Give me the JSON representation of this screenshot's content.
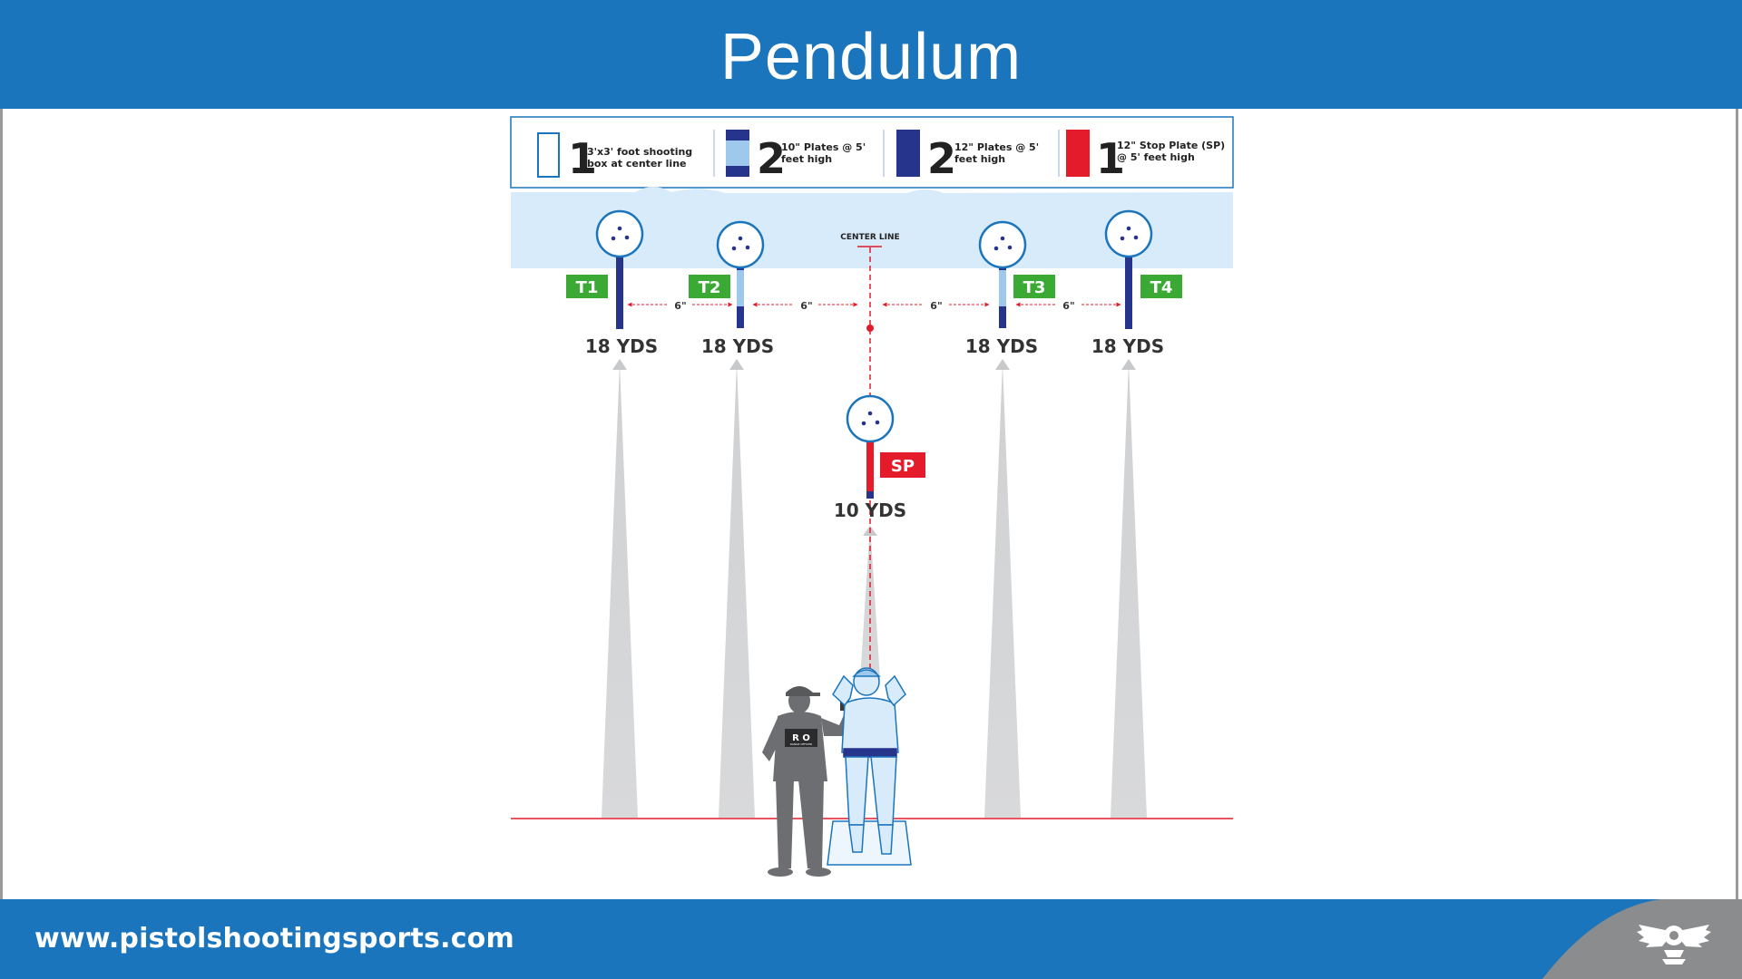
{
  "header": {
    "title": "Pendulum"
  },
  "legend": [
    {
      "count": "1",
      "line1": "3'x3' foot shooting",
      "line2": "box at center line"
    },
    {
      "count": "2",
      "line1": "10\" Plates @ 5'",
      "line2": "feet high"
    },
    {
      "count": "2",
      "line1": "12\" Plates @ 5'",
      "line2": "feet high"
    },
    {
      "count": "1",
      "line1": "12\" Stop Plate (SP)",
      "line2": "@ 5' feet high"
    }
  ],
  "targets": {
    "center_line": "CENTER LINE",
    "t1": {
      "tag": "T1",
      "distance": "18 YDS"
    },
    "t2": {
      "tag": "T2",
      "distance": "18 YDS"
    },
    "t3": {
      "tag": "T3",
      "distance": "18 YDS"
    },
    "t4": {
      "tag": "T4",
      "distance": "18 YDS"
    },
    "sp": {
      "tag": "SP",
      "distance": "10 YDS"
    },
    "spacing": [
      "6\"",
      "6\"",
      "6\"",
      "6\""
    ]
  },
  "figures": {
    "ro_badge": "R O",
    "ro_badge_sub": "RANGE OFFICER"
  },
  "footer": {
    "url": "www.pistolshootingsports.com"
  },
  "colors": {
    "brand_blue": "#1b75bc",
    "navy": "#27348b",
    "light_blue": "#9ec9ec",
    "red": "#e31b2b",
    "green": "#3aaa35",
    "sky": "#d8ebfa"
  }
}
